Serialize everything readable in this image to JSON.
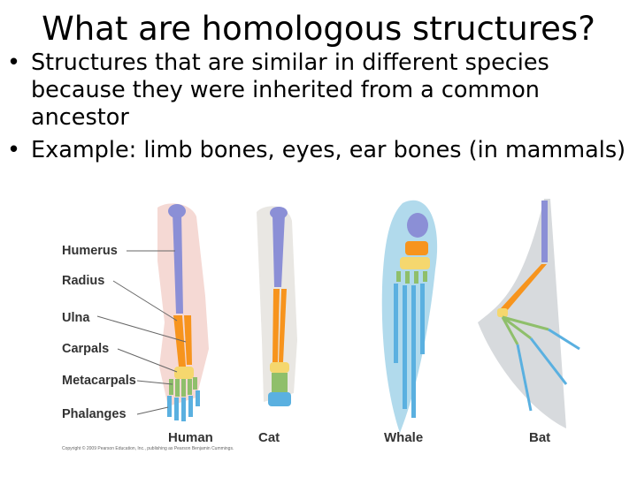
{
  "slide": {
    "title": "What are homologous structures?",
    "bullets": [
      "Structures that are similar in different species because they were inherited from a common ancestor",
      "Example: limb bones, eyes, ear bones (in mammals)"
    ]
  },
  "figure": {
    "bone_labels": [
      "Humerus",
      "Radius",
      "Ulna",
      "Carpals",
      "Metacarpals",
      "Phalanges"
    ],
    "species": [
      "Human",
      "Cat",
      "Whale",
      "Bat"
    ],
    "copyright": "Copyright © 2009 Pearson Education, Inc., publishing as Pearson Benjamin Cummings.",
    "colors": {
      "humerus": "#8b8fd6",
      "radius": "#f7941d",
      "ulna": "#f7941d",
      "carpals": "#f5d76e",
      "metacarpals": "#8fbf6b",
      "phalanges": "#5ab0e0"
    }
  }
}
